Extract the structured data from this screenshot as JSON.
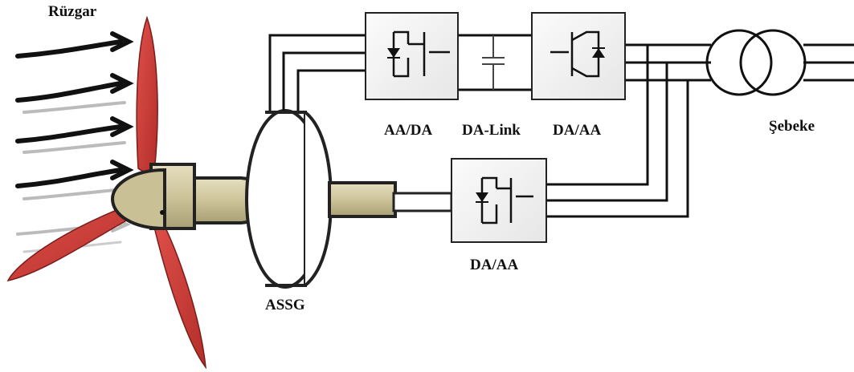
{
  "labels": {
    "wind": "Rüzgar",
    "generator": "ASSG",
    "rectifier": "AA/DA",
    "dc_link": "DA-Link",
    "inverter_top": "DA/AA",
    "inverter_bottom": "DA/AA",
    "grid": "Şebeke"
  },
  "colors": {
    "blade": "#cc3a36",
    "hub": "#cdc59f",
    "shaft": "#d2c9a0",
    "wire": "#111111",
    "converter_fill": "#f4f4f4"
  }
}
